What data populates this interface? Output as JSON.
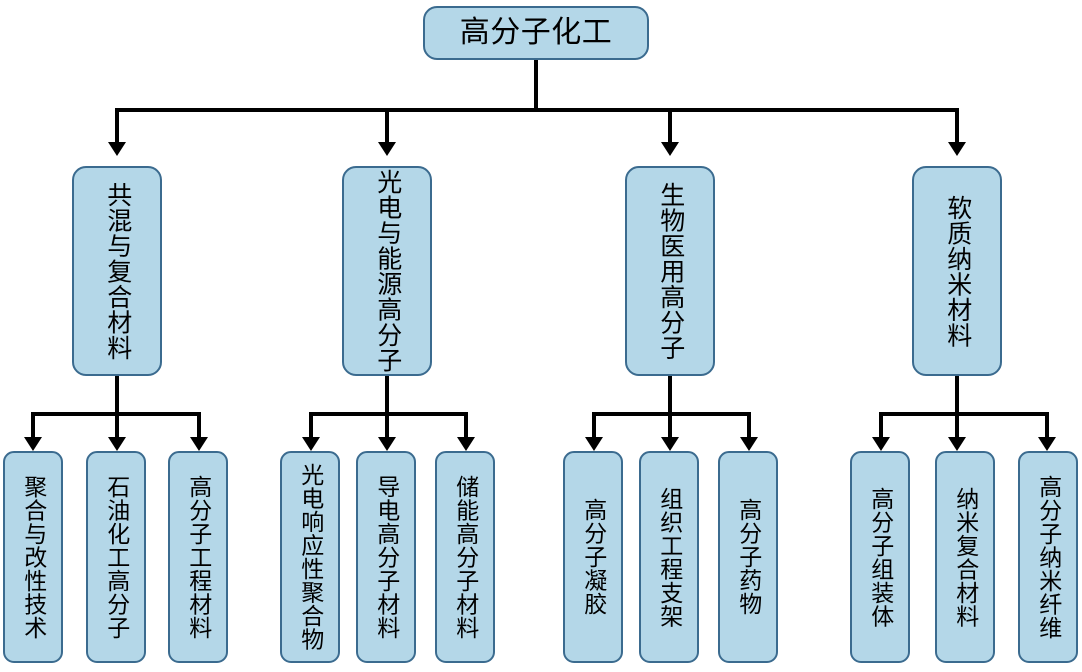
{
  "diagram": {
    "type": "hierarchy-tree",
    "title": "高分子化工",
    "colors": {
      "node_fill": "#b4d7e8",
      "node_border": "#3b6b8f",
      "connector": "#000000",
      "background": "#ffffff"
    },
    "root": {
      "label": "高分子化工"
    },
    "branches": [
      {
        "label": "共混与复合材料",
        "children": [
          {
            "label": "聚合与改性技术"
          },
          {
            "label": "石油化工高分子"
          },
          {
            "label": "高分子工程材料"
          }
        ]
      },
      {
        "label": "光电与能源高分子",
        "children": [
          {
            "label": "光电响应性聚合物"
          },
          {
            "label": "导电高分子材料"
          },
          {
            "label": "储能高分子材料"
          }
        ]
      },
      {
        "label": "生物医用高分子",
        "children": [
          {
            "label": "高分子凝胶"
          },
          {
            "label": "组织工程支架"
          },
          {
            "label": "高分子药物"
          }
        ]
      },
      {
        "label": "软质纳米材料",
        "children": [
          {
            "label": "高分子组装体"
          },
          {
            "label": "纳米复合材料"
          },
          {
            "label": "高分子纳米纤维"
          }
        ]
      }
    ]
  }
}
